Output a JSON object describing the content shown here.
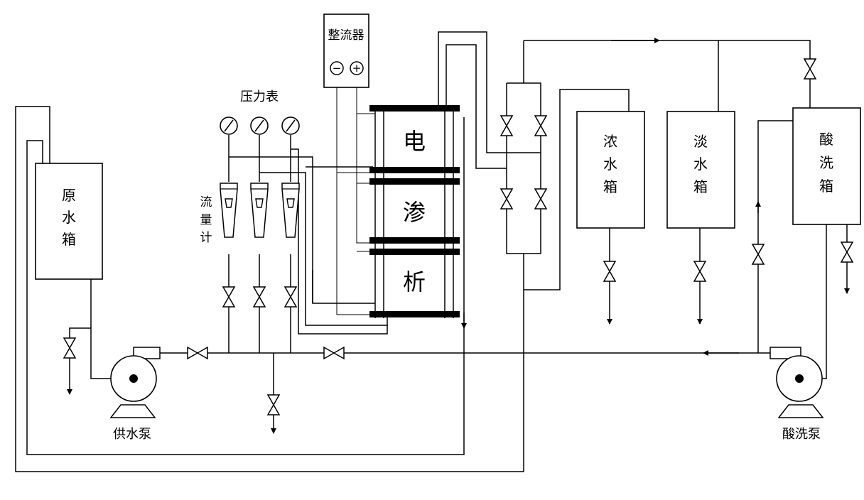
{
  "labels": {
    "raw_tank": [
      "原",
      "水",
      "箱"
    ],
    "conc_tank": [
      "浓",
      "水",
      "箱"
    ],
    "dilute_tank": [
      "淡",
      "水",
      "箱"
    ],
    "acid_tank": [
      "酸",
      "洗",
      "箱"
    ],
    "flowmeter": [
      "流",
      "量",
      "计"
    ],
    "stack": [
      "电",
      "渗",
      "析"
    ],
    "rectifier": "整流器",
    "rectifier_minus": "−",
    "rectifier_plus": "+",
    "pressure_gauge": "压力表",
    "supply_pump": "供水泵",
    "acid_pump": "酸洗泵"
  }
}
